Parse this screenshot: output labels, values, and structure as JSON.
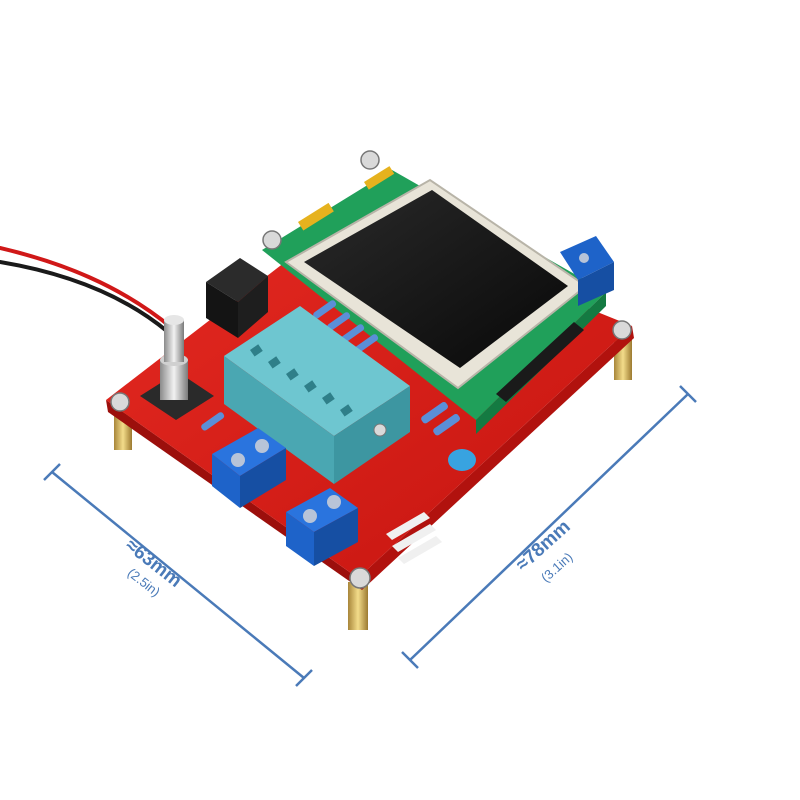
{
  "dimensions": {
    "width_label": "≈63mm",
    "width_sub": "(2.5in)",
    "length_label": "≈78mm",
    "length_sub": "(3.1in)",
    "line_color": "#4a7ab8"
  },
  "board": {
    "pcb_color": "#d81b1b",
    "socket_color": "#5fb8c4",
    "terminal_color": "#1e63c9",
    "screen_frame_color": "#e8e4d8",
    "screen_color": "#111111"
  }
}
